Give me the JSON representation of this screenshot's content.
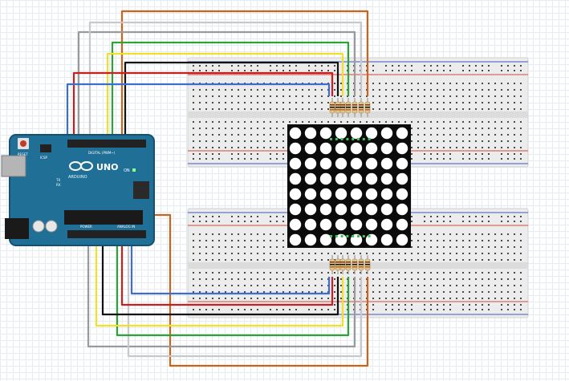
{
  "arduino": {
    "brand": "UNO",
    "logo_text": "ARDUINO",
    "reset_label": "RESET",
    "icsp_label": "ICSP",
    "on_label": "ON",
    "tx_label": "TX",
    "rx_label": "RX",
    "digital_label": "DIGITAL (PWM~)",
    "power_label": "POWER",
    "analog_label": "ANALOG IN"
  },
  "matrix": {
    "rows": 8,
    "cols": 8
  },
  "colors": {
    "board": "#1f6f97",
    "board_edge": "#15506f",
    "matrix_body": "#0b0b0b",
    "led": "#ffffff",
    "breadboard": "#ececec",
    "rail_red": "#d9433a",
    "rail_blue": "#3d59c4",
    "wire_orange": "#c9641d",
    "wire_gray": "#9a9a9a",
    "wire_white": "#c8c8c8",
    "wire_green": "#2fa236",
    "wire_yellow": "#f0e02a",
    "wire_black": "#111111",
    "wire_red": "#c81e1e",
    "wire_blue": "#3a6fd0"
  },
  "icons": [
    "arduino-logo-icon",
    "usb-port-icon",
    "power-jack-icon",
    "reset-button-icon",
    "resistor-icon"
  ]
}
